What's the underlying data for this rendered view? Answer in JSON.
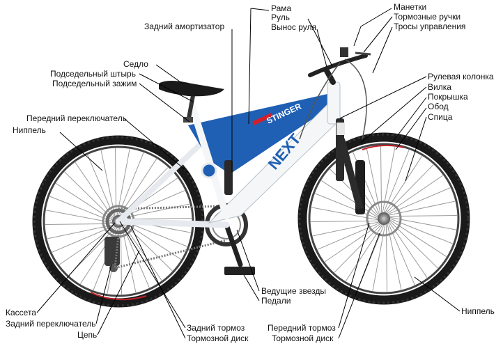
{
  "labels": {
    "rear_shock": "Задний амортизатор",
    "frame": "Рама",
    "handlebar": "Руль",
    "stem": "Вынос руля",
    "shifters": "Манетки",
    "brake_levers": "Тормозные ручки",
    "control_cables": "Тросы управления",
    "saddle": "Седло",
    "seatpost": "Подседельный штырь",
    "seat_clamp": "Подседельный зажим",
    "front_derailleur": "Передний переключатель",
    "nipple_rear": "Ниппель",
    "headset": "Рулевая колонка",
    "fork": "Вилка",
    "tire": "Покрышка",
    "rim": "Обод",
    "spoke": "Спица",
    "cassette": "Кассета",
    "rear_derailleur": "Задний переключатель",
    "chain": "Цепь",
    "rear_brake": "Задний тормоз",
    "rear_disc": "Тормозной диск",
    "chainrings": "Ведущие звезды",
    "pedals": "Педали",
    "front_brake": "Передний тормоз",
    "front_disc": "Тормозной диск",
    "nipple_front": "Ниппель"
  },
  "frame_decals": {
    "top_tube": "STINGER",
    "down_tube": "NEXT"
  },
  "colors": {
    "frame_white": "#f4f6f8",
    "frame_blue": "#1f5fb4",
    "accent_red": "#d0202a",
    "tire": "#1a1a1a",
    "spoke": "#9a9a9a",
    "leader": "#000000"
  }
}
